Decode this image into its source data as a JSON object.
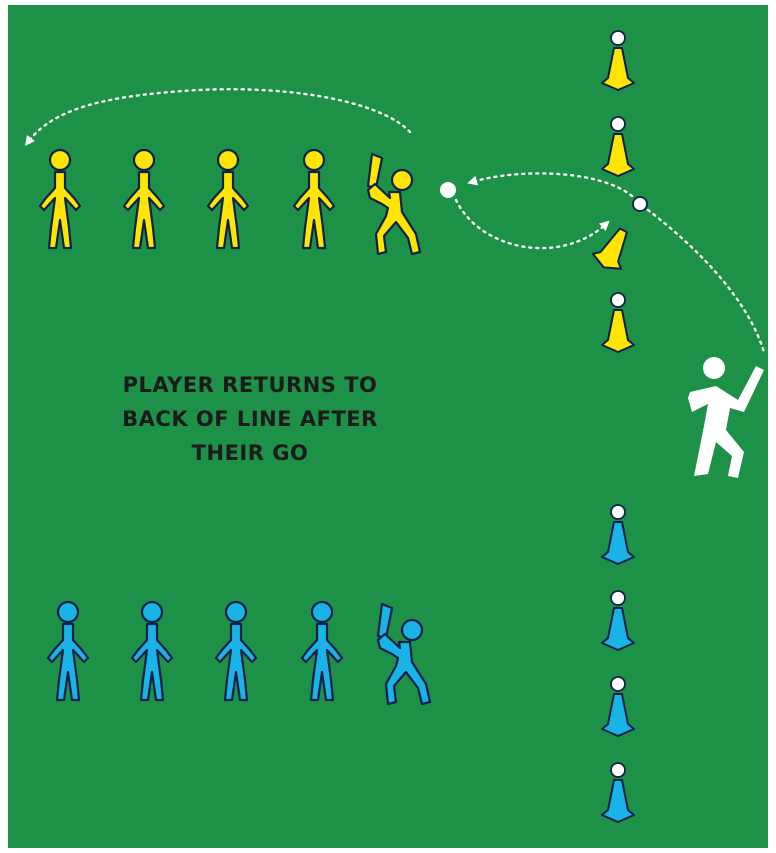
{
  "caption": {
    "line1": "PLAYER RETURNS TO",
    "line2": "BACK OF LINE AFTER",
    "line3": "THEIR GO"
  },
  "colors": {
    "field": "#1d9147",
    "yellow_team": "#ffe600",
    "blue_team": "#19b3e6",
    "outline": "#10204a",
    "ball_and_path": "#ffffff"
  },
  "teams": [
    {
      "name": "yellow",
      "waiting_players": 4,
      "batter": 1
    },
    {
      "name": "blue",
      "waiting_players": 4,
      "batter": 1
    }
  ],
  "cones": {
    "yellow": 4,
    "blue": 4,
    "knocked_over": 1
  },
  "icons": [
    "batter-icon",
    "player-icon",
    "bowler-icon",
    "cone-icon",
    "ball-icon",
    "dotted-arrow-icon"
  ]
}
